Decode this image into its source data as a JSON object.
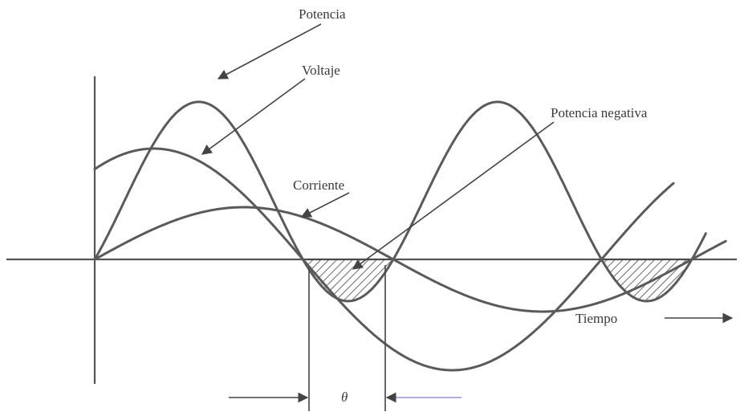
{
  "labels": {
    "potencia": "Potencia",
    "voltaje": "Voltaje",
    "potencia_negativa": "Potencia negativa",
    "corriente": "Corriente",
    "tiempo": "Tiempo",
    "theta": "θ"
  },
  "colors": {
    "curve": "#5a5a5a",
    "label": "#3a3a3a",
    "theta_arrow": "#9b8fd0"
  }
}
